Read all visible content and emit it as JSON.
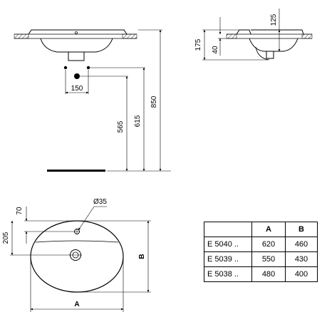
{
  "front_view": {
    "dim_height_total": "850",
    "dim_height_trap": "615",
    "dim_height_waste": "565",
    "dim_tap_spacing": "150"
  },
  "side_view": {
    "dim_depth_total": "175",
    "dim_rim_height": "40",
    "dim_bowl_depth": "125"
  },
  "top_view": {
    "dim_tap_hole": "Ø35",
    "dim_tap_offset": "70",
    "dim_waste_offset": "205",
    "dim_width_label": "A",
    "dim_length_label": "B"
  },
  "sizes_table": {
    "headers": [
      "",
      "A",
      "B"
    ],
    "rows": [
      {
        "model": "E 5040 ..",
        "a": "620",
        "b": "460"
      },
      {
        "model": "E 5039 ..",
        "a": "550",
        "b": "430"
      },
      {
        "model": "E 5038 ..",
        "a": "480",
        "b": "400"
      }
    ]
  }
}
